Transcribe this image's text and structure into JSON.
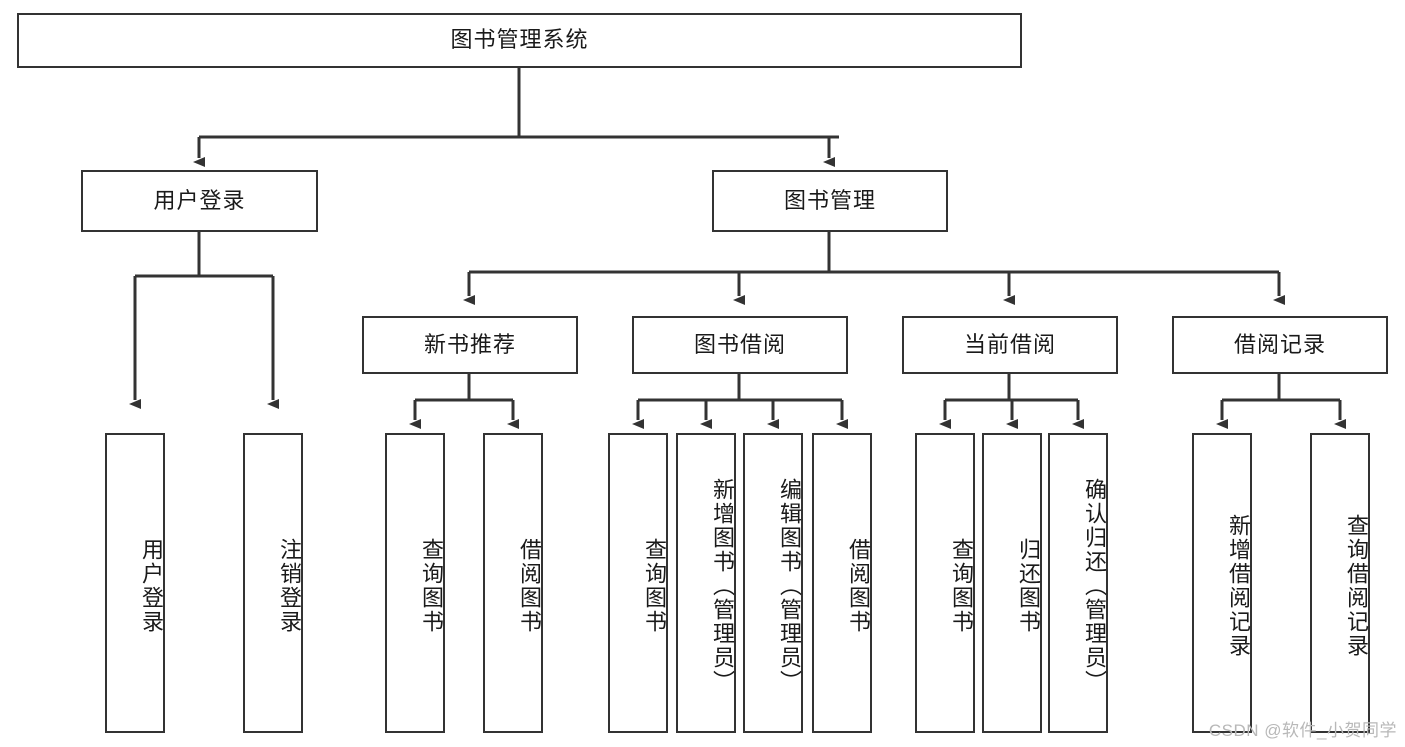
{
  "diagram": {
    "title": "图书管理系统",
    "watermark": "CSDN @软件_小贺同学",
    "line_color": "#333333",
    "box_fill": "#ffffff",
    "text_color": "#1a1a1a",
    "levels": {
      "root": {
        "label": "图书管理系统"
      },
      "level2": [
        {
          "label": "用户登录"
        },
        {
          "label": "图书管理"
        }
      ],
      "level3": [
        {
          "label": "新书推荐"
        },
        {
          "label": "图书借阅"
        },
        {
          "label": "当前借阅"
        },
        {
          "label": "借阅记录"
        }
      ],
      "leaves": {
        "user_login": [
          {
            "label": "用户登录"
          },
          {
            "label": "注销登录"
          }
        ],
        "new_book_recommend": [
          {
            "label": "查询图书"
          },
          {
            "label": "借阅图书"
          }
        ],
        "book_borrow": [
          {
            "label": "查询图书"
          },
          {
            "label": "新增图书（管理员）"
          },
          {
            "label": "编辑图书（管理员）"
          },
          {
            "label": "借阅图书"
          }
        ],
        "current_borrow": [
          {
            "label": "查询图书"
          },
          {
            "label": "归还图书"
          },
          {
            "label": "确认归还（管理员）"
          }
        ],
        "borrow_record": [
          {
            "label": "新增借阅记录"
          },
          {
            "label": "查询借阅记录"
          }
        ]
      }
    }
  }
}
